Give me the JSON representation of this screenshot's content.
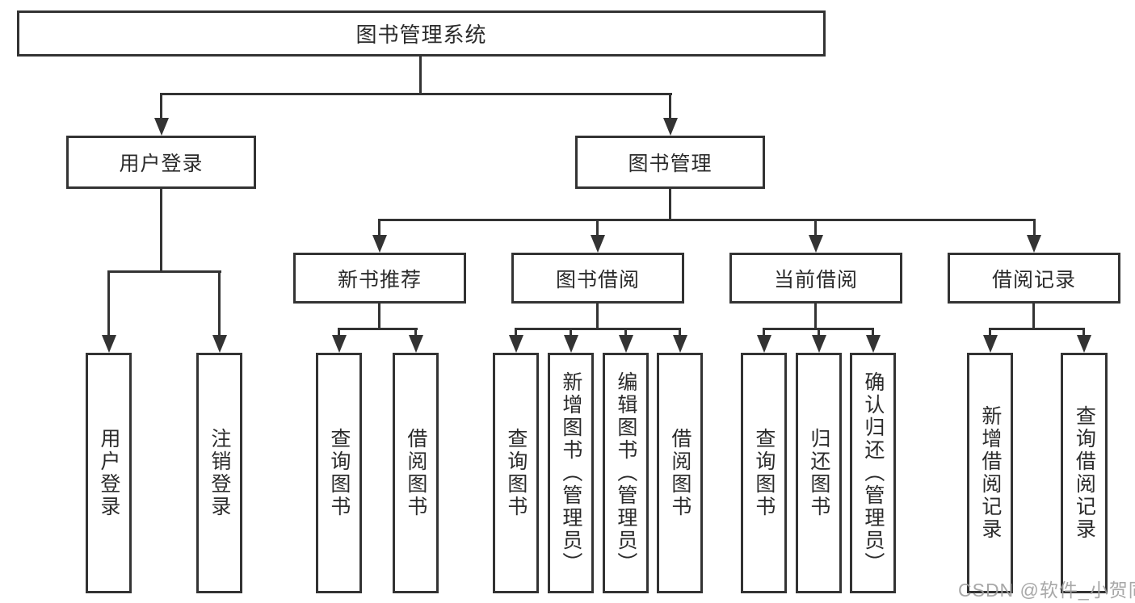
{
  "diagram": {
    "watermark": "CSDN @软件_小贺同学",
    "colors": {
      "line": "#333333",
      "text": "#2b2b2b",
      "watermark": "#9e9e9e",
      "background": "#ffffff"
    },
    "tree": {
      "root": {
        "label": "图书管理系统"
      },
      "branches": [
        {
          "label": "用户登录",
          "children": [
            {
              "label": "用户登录"
            },
            {
              "label": "注销登录"
            }
          ]
        },
        {
          "label": "图书管理",
          "children": [
            {
              "label": "新书推荐",
              "children": [
                {
                  "label": "查询图书"
                },
                {
                  "label": "借阅图书"
                }
              ]
            },
            {
              "label": "图书借阅",
              "children": [
                {
                  "label": "查询图书"
                },
                {
                  "label": "新增图书（管理员）"
                },
                {
                  "label": "编辑图书（管理员）"
                },
                {
                  "label": "借阅图书"
                }
              ]
            },
            {
              "label": "当前借阅",
              "children": [
                {
                  "label": "查询图书"
                },
                {
                  "label": "归还图书"
                },
                {
                  "label": "确认归还（管理员）"
                }
              ]
            },
            {
              "label": "借阅记录",
              "children": [
                {
                  "label": "新增借阅记录"
                },
                {
                  "label": "查询借阅记录"
                }
              ]
            }
          ]
        }
      ]
    }
  }
}
